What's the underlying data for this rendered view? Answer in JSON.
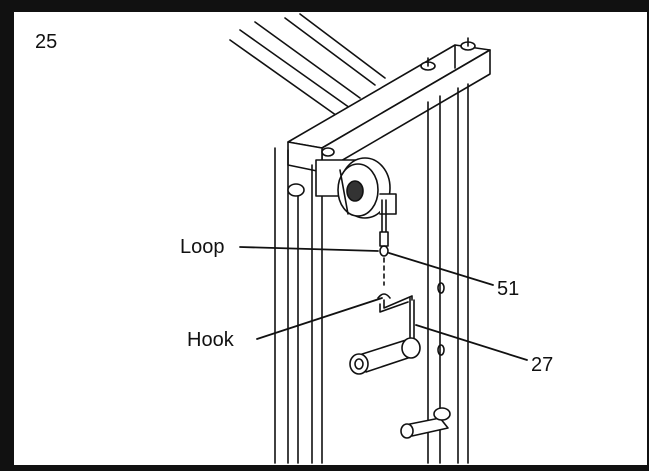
{
  "step_number": "25",
  "labels": {
    "loop": "Loop",
    "hook": "Hook",
    "part_51": "51",
    "part_27": "27"
  }
}
